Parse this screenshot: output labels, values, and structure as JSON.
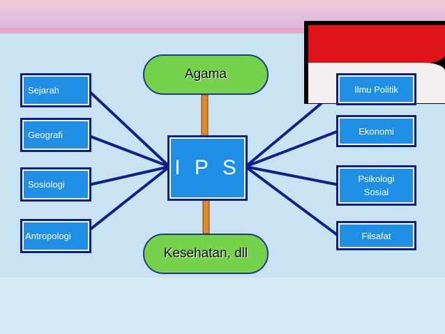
{
  "center": {
    "label": "I P S"
  },
  "top": {
    "label": "Agama"
  },
  "bottom": {
    "label": "Kesehatan, dll"
  },
  "left_boxes": [
    "Sejarah",
    "Geografi",
    "Sosiologi",
    "Antropologi"
  ],
  "right_boxes": [
    "Ilmu Politik",
    "Ekonomi",
    "Psikologi Sosial",
    "Filsafat"
  ],
  "colors": {
    "box_fill": "#1f8fe6",
    "box_border": "#0a1f8a",
    "pill_fill": "#74d34a",
    "connector": "#0f1f8c",
    "stem": "#e0892a",
    "flag_red": "#e0131b",
    "flag_white": "#f4f0f0"
  }
}
